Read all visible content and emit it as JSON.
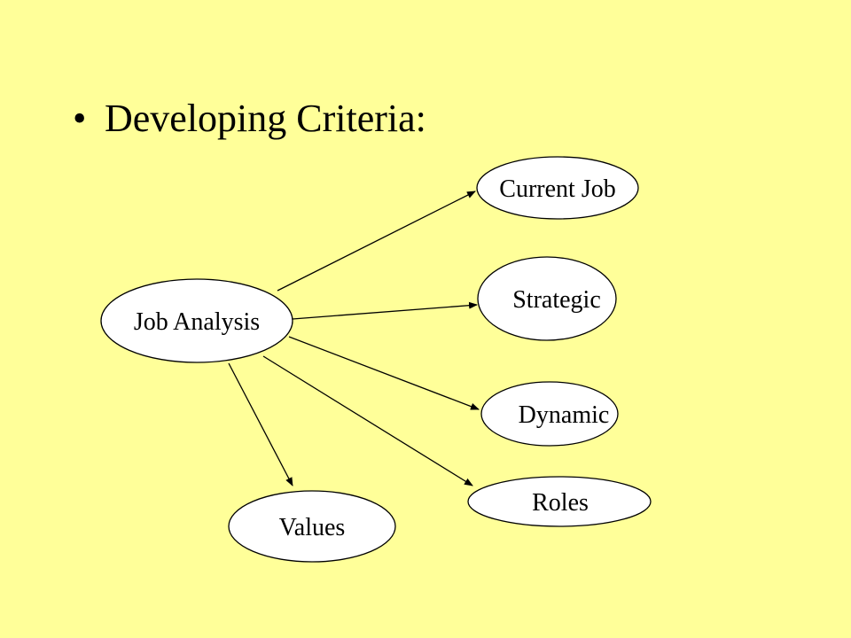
{
  "slide": {
    "background": "#FFFF99",
    "bullet": "•",
    "heading": "Developing Criteria:"
  },
  "diagram": {
    "source": "Job Analysis",
    "targets": {
      "current_job": "Current Job",
      "strategic": "Strategic",
      "dynamic": "Dynamic",
      "roles": "Roles",
      "values": "Values"
    }
  }
}
